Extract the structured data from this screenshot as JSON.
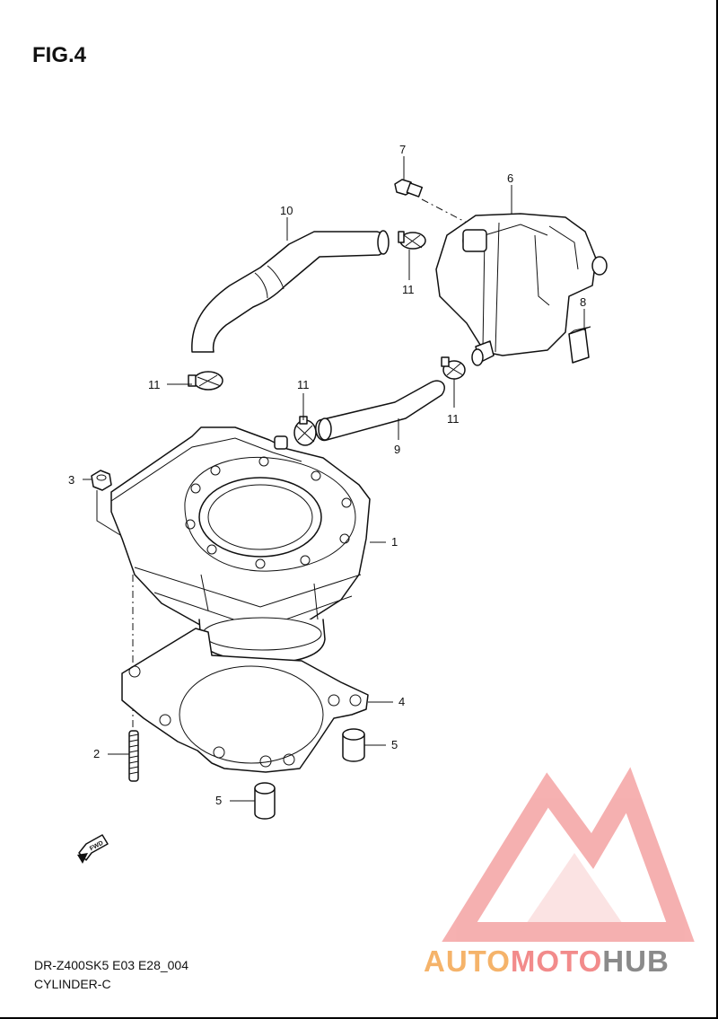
{
  "figure": {
    "title": "FIG.4",
    "code": "DR-Z400SK5 E03 E28_004",
    "name": "CYLINDER-C"
  },
  "callouts": {
    "c1": "1",
    "c2": "2",
    "c3": "3",
    "c4": "4",
    "c5a": "5",
    "c5b": "5",
    "c6": "6",
    "c7": "7",
    "c8": "8",
    "c9": "9",
    "c10": "10",
    "c11a": "11",
    "c11b": "11",
    "c11c": "11",
    "c11d": "11"
  },
  "fwd_label": "FWD",
  "watermark": {
    "part1": "AUTO",
    "part2": "MOTO",
    "part3": "HUB",
    "colors": {
      "auto": "#f5b36a",
      "moto": "#f28b8b",
      "hub": "#8a8a8a",
      "logo": "#f4a3a3"
    }
  }
}
